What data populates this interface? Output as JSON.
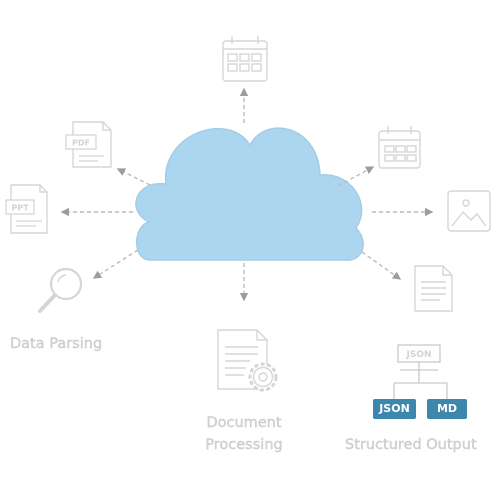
{
  "labels": {
    "data_parsing": "Data Parsing",
    "document_processing_line1": "Document",
    "document_processing_line2": "Processing",
    "structured_output": "Structured Output"
  },
  "file_badges": {
    "pdf": "PDF",
    "ppt": "PPT",
    "json_header": "JSON"
  },
  "output_tags": {
    "json": "JSON",
    "md": "MD"
  },
  "icons": [
    "cloud-icon",
    "grid-table-icon",
    "calendar-icon",
    "image-icon",
    "text-document-icon",
    "pdf-file-icon",
    "ppt-file-icon",
    "magnifier-icon",
    "document-gear-icon",
    "json-tree-icon"
  ],
  "colors": {
    "cloud": "#acd6ef",
    "icon_stroke": "#d3d5d9",
    "connector": "#b8bbbf",
    "tag_fill": "#3d87ad",
    "label_text": "#d2d4d8"
  }
}
